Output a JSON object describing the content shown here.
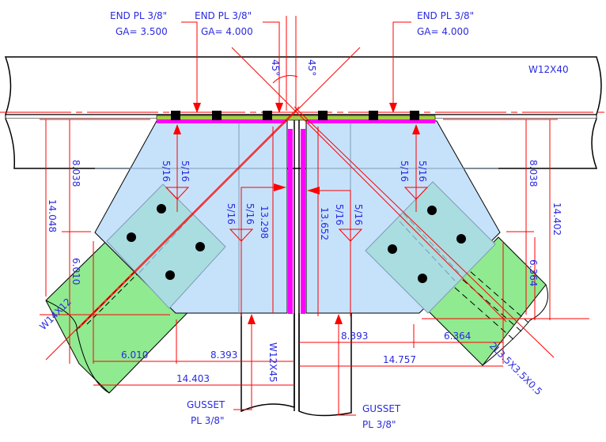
{
  "drawing": {
    "members": {
      "beam": "W12X40",
      "column": "W12X45",
      "left_brace": "W14X12",
      "right_brace": "2L3.5X3.5X0.5"
    },
    "callouts": {
      "end_pl_left": {
        "line1": "END PL 3/8\"",
        "line2": "GA= 3.500"
      },
      "end_pl_mid": {
        "line1": "END PL 3/8\"",
        "line2": "GA= 4.000"
      },
      "end_pl_right": {
        "line1": "END PL 3/8\"",
        "line2": "GA= 4.000"
      },
      "gusset_left": {
        "line1": "GUSSET",
        "line2": "PL 3/8\""
      },
      "gusset_right": {
        "line1": "GUSSET",
        "line2": "PL 3/8\""
      }
    },
    "angles": {
      "left": "45°",
      "right": "45°"
    },
    "welds": {
      "top_left_a": "5/16",
      "top_left_b": "5/16",
      "mid_left_a": "5/16",
      "mid_left_b": "5/16",
      "mid_right_a": "5/16",
      "mid_right_b": "5/16",
      "top_right_a": "5/16",
      "top_right_b": "5/16"
    },
    "dimensions": {
      "left_vert_8": "8.038",
      "left_vert_14": "14.048",
      "left_brace_6": "6.010",
      "left_horiz_6": "6.010",
      "left_horiz_8": "8.393",
      "left_horiz_14": "14.403",
      "left_gusset_height": "13.298",
      "right_gusset_height": "13.652",
      "right_vert_8": "8.038",
      "right_vert_14": "14.402",
      "right_brace_6": "6.364",
      "right_horiz_8": "8.393",
      "right_horiz_6": "6.364",
      "right_horiz_14": "14.757"
    },
    "colors": {
      "gusset": "#c6e2fb",
      "brace_plate": "#a9dde0",
      "brace_member": "#90ea90",
      "end_plate": "#ff00ff",
      "top_plate": "#a6cc45",
      "dimension": "#ff0000",
      "text": "#2a2ae0",
      "line": "#000000"
    }
  }
}
